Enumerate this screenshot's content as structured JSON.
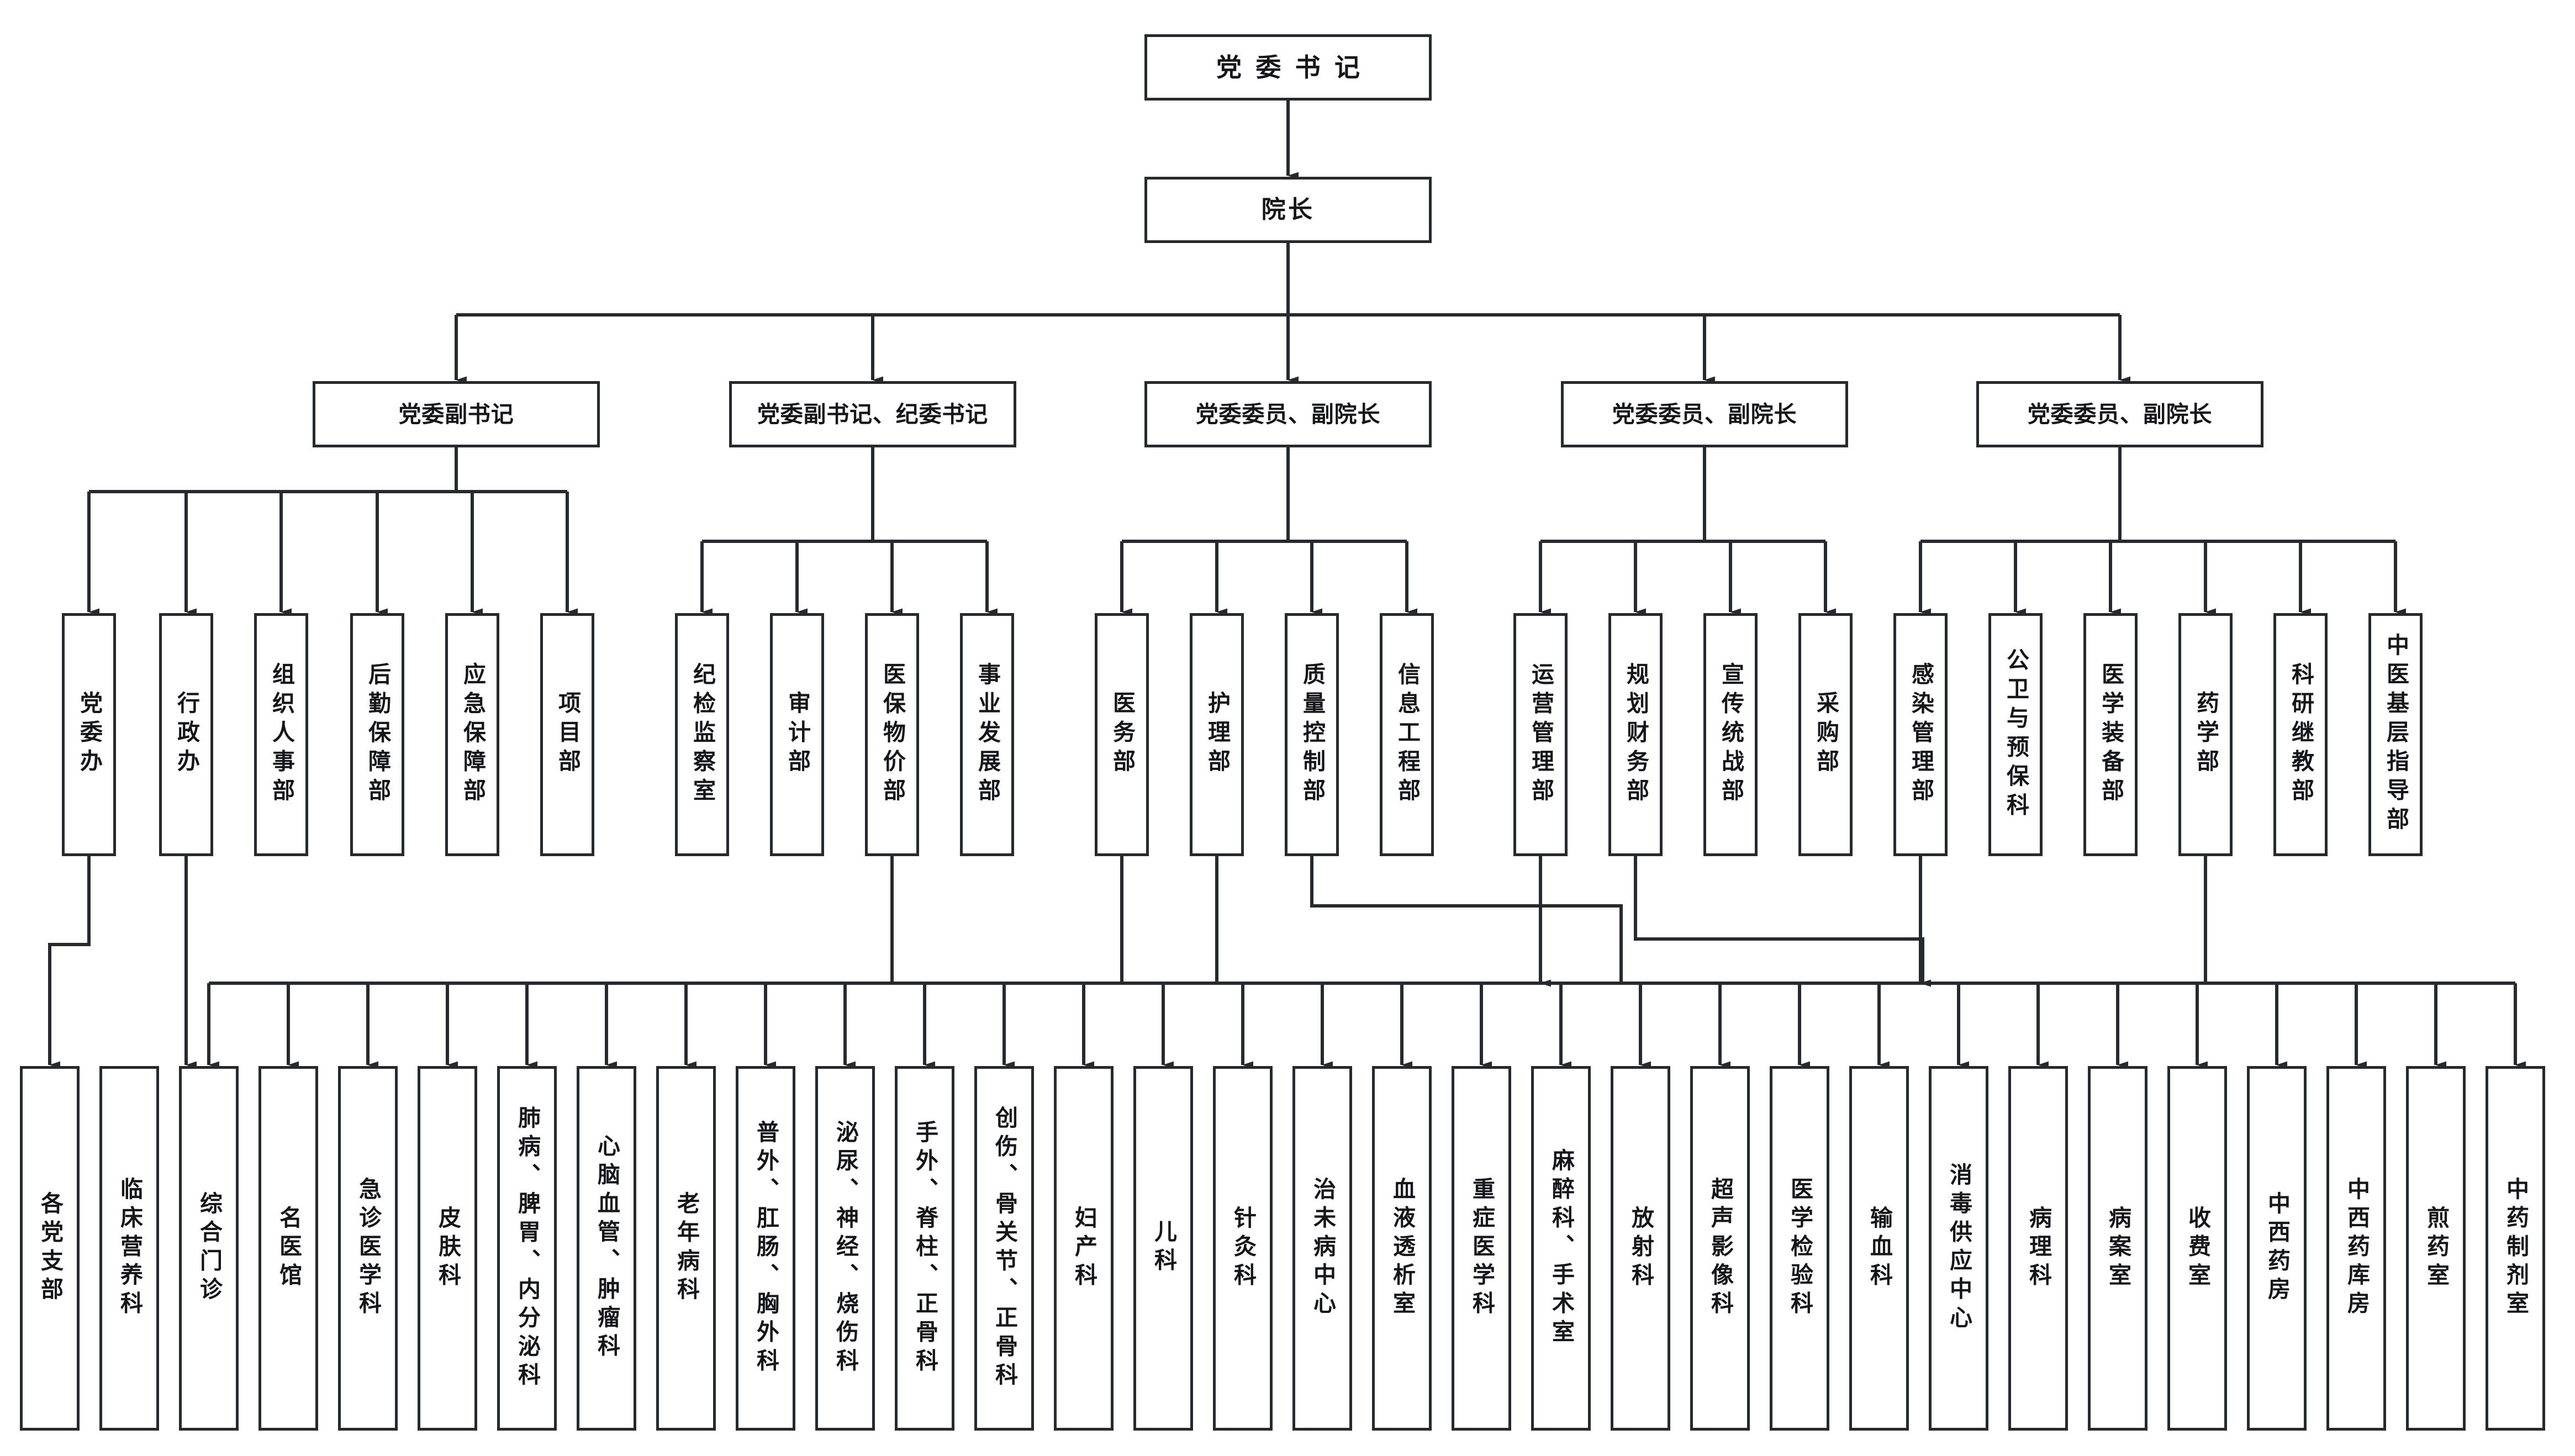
{
  "diagram": {
    "type": "org-chart",
    "orientation": "top-down",
    "line_color": "#26292e",
    "box_border_color": "#26292e",
    "box_fill_color": "#ffffff",
    "text_color": "#14161a"
  },
  "level0": {
    "label": "党委书记"
  },
  "level1": {
    "label": "院长"
  },
  "level2": {
    "items": [
      {
        "label": "党委副书记"
      },
      {
        "label": "党委副书记、纪委书记"
      },
      {
        "label": "党委委员、副院长"
      },
      {
        "label": "党委委员、副院长"
      },
      {
        "label": "党委委员、副院长"
      }
    ]
  },
  "level3": {
    "items": [
      {
        "label": "党委办"
      },
      {
        "label": "行政办"
      },
      {
        "label": "组织人事部"
      },
      {
        "label": "后勤保障部"
      },
      {
        "label": "应急保障部"
      },
      {
        "label": "项目部"
      },
      {
        "label": "纪检监察室"
      },
      {
        "label": "审计部"
      },
      {
        "label": "医保物价部"
      },
      {
        "label": "事业发展部"
      },
      {
        "label": "医务部"
      },
      {
        "label": "护理部"
      },
      {
        "label": "质量控制部"
      },
      {
        "label": "信息工程部"
      },
      {
        "label": "运营管理部"
      },
      {
        "label": "规划财务部"
      },
      {
        "label": "宣传统战部"
      },
      {
        "label": "采购部"
      },
      {
        "label": "感染管理部"
      },
      {
        "label": "公卫与预保科"
      },
      {
        "label": "医学装备部"
      },
      {
        "label": "药学部"
      },
      {
        "label": "科研继教部"
      },
      {
        "label": "中医基层指导部"
      }
    ]
  },
  "level4": {
    "items": [
      {
        "label": "各党支部"
      },
      {
        "label": "临床营养科"
      },
      {
        "label": "综合门诊"
      },
      {
        "label": "名医馆"
      },
      {
        "label": "急诊医学科"
      },
      {
        "label": "皮肤科"
      },
      {
        "label": "肺病、脾胃、内分泌科"
      },
      {
        "label": "心脑血管、肿瘤科"
      },
      {
        "label": "老年病科"
      },
      {
        "label": "普外、肛肠、胸外科"
      },
      {
        "label": "泌尿、神经、烧伤科"
      },
      {
        "label": "手外、脊柱、正骨科"
      },
      {
        "label": "创伤、骨关节、正骨科"
      },
      {
        "label": "妇产科"
      },
      {
        "label": "儿科"
      },
      {
        "label": "针灸科"
      },
      {
        "label": "治未病中心"
      },
      {
        "label": "血液透析室"
      },
      {
        "label": "重症医学科"
      },
      {
        "label": "麻醉科、手术室"
      },
      {
        "label": "放射科"
      },
      {
        "label": "超声影像科"
      },
      {
        "label": "医学检验科"
      },
      {
        "label": "输血科"
      },
      {
        "label": "消毒供应中心"
      },
      {
        "label": "病理科"
      },
      {
        "label": "病案室"
      },
      {
        "label": "收费室"
      },
      {
        "label": "中西药房"
      },
      {
        "label": "中西药库房"
      },
      {
        "label": "煎药室"
      },
      {
        "label": "中药制剂室"
      }
    ]
  }
}
